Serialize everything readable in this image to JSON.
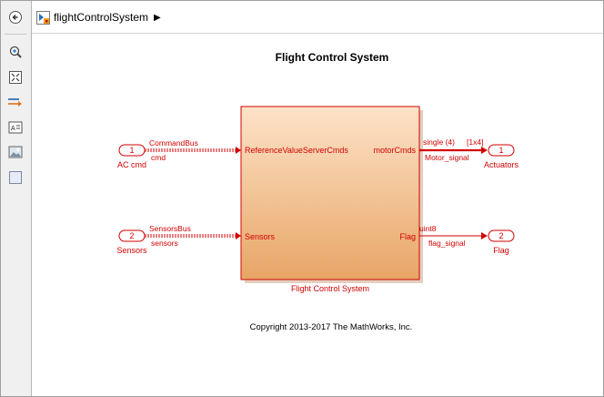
{
  "breadcrumb": {
    "model_name": "flightControlSystem"
  },
  "toolbar": {
    "buttons": [
      "back-icon",
      "zoom-icon",
      "fit-view-icon",
      "signal-arrow-icon",
      "annotation-icon",
      "image-icon",
      "area-icon"
    ]
  },
  "diagram": {
    "title": "Flight Control System",
    "copyright": "Copyright 2013-2017 The MathWorks, Inc.",
    "subsystem": {
      "name": "Flight Control System",
      "in_ports": [
        "ReferenceValueServerCmds",
        "Sensors"
      ],
      "out_ports": [
        "motorCmds",
        "Flag"
      ]
    },
    "inports": [
      {
        "number": "1",
        "name": "AC cmd",
        "bus_label": "CommandBus",
        "signal": "cmd"
      },
      {
        "number": "2",
        "name": "Sensors",
        "bus_label": "SensorsBus",
        "signal": "sensors"
      }
    ],
    "outports": [
      {
        "number": "1",
        "name": "Actuators",
        "dtype": "single (4)",
        "dims": "[1x4]",
        "signal": "Motor_signal"
      },
      {
        "number": "2",
        "name": "Flag",
        "dtype": "uint8",
        "signal": "flag_signal"
      }
    ],
    "colors": {
      "signal": "#d40000",
      "block_top": "#fde3c8",
      "block_bottom": "#e8a566"
    }
  }
}
